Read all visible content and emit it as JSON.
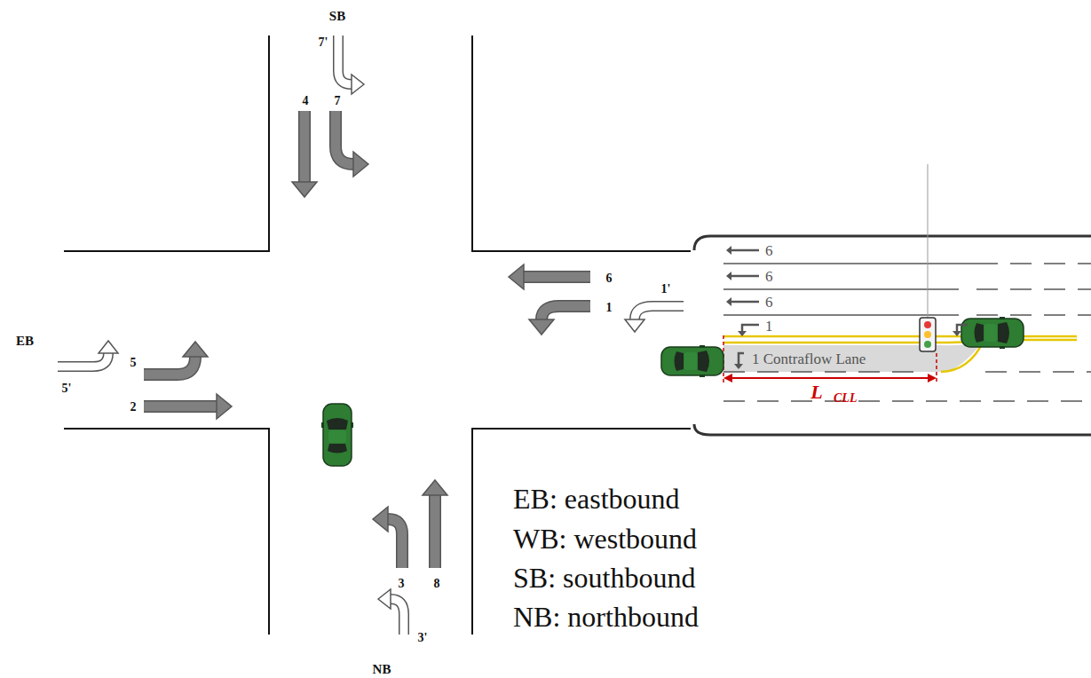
{
  "diagram": {
    "labels": [
      "SB",
      "7'",
      "4",
      "7",
      "6",
      "1'",
      "1",
      "EB",
      "5'",
      "5",
      "2",
      "3",
      "8",
      "3'",
      "NB",
      "EB: eastbound",
      "WB: westbound",
      "SB: southbound",
      "NB: northbound",
      "6",
      "6",
      "6",
      "1",
      "1 Contraflow Lane",
      "L",
      "CLL"
    ]
  }
}
